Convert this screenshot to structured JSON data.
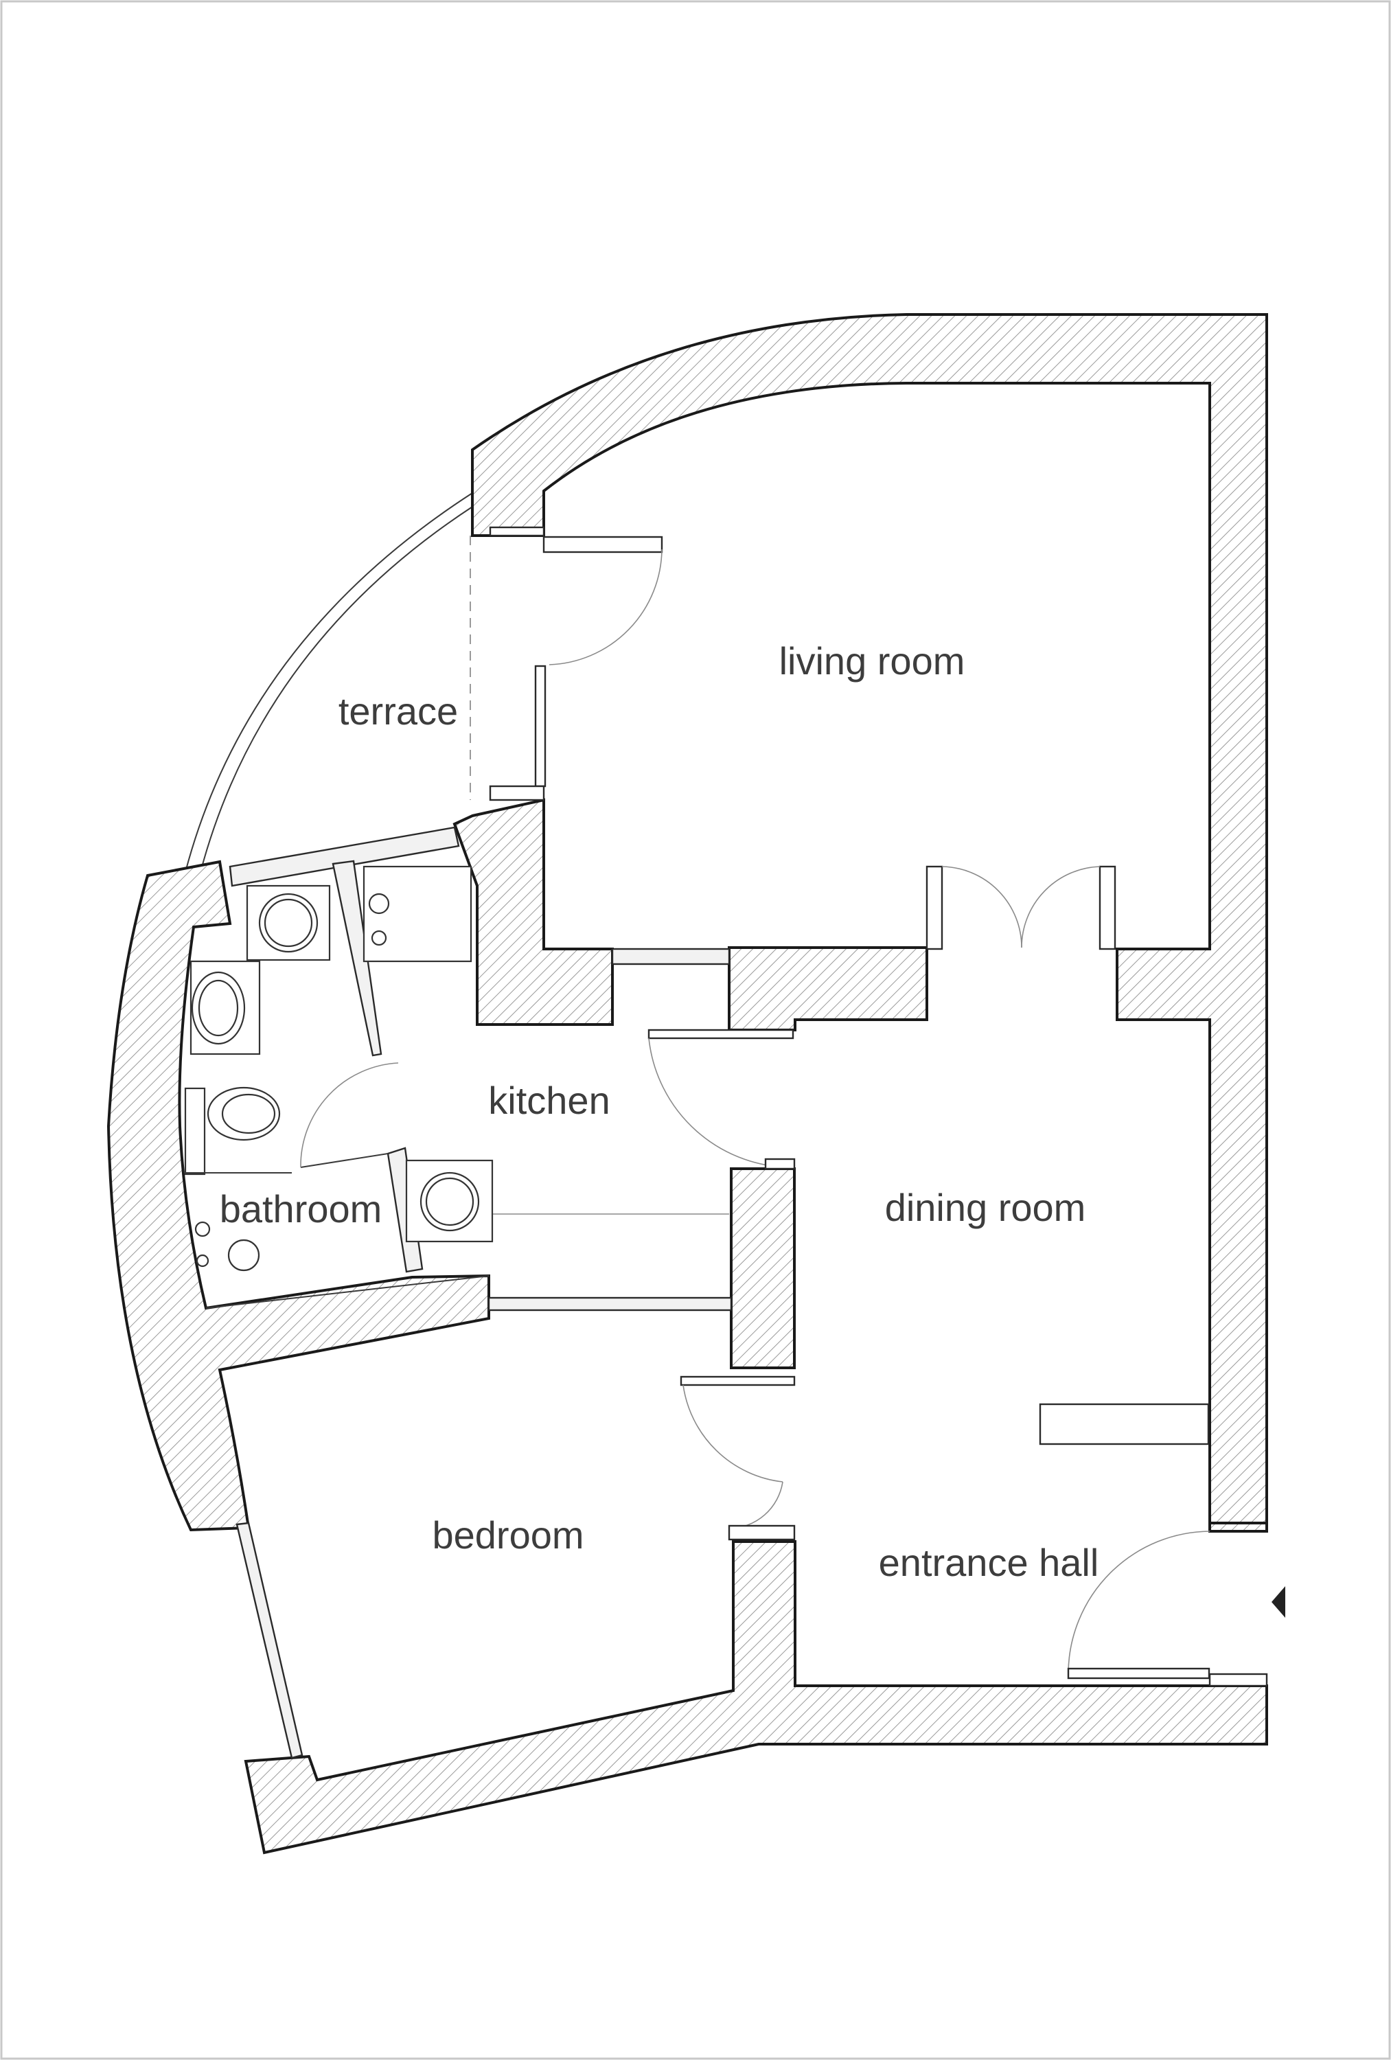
{
  "rooms": {
    "living_room": "living room",
    "terrace": "terrace",
    "kitchen": "kitchen",
    "bathroom": "bathroom",
    "dining_room": "dining room",
    "bedroom": "bedroom",
    "entrance_hall": "entrance hall"
  },
  "icons": {
    "entry": "entry-triangle-icon"
  },
  "colors": {
    "wall_outline": "#1a1a1a",
    "hatch": "#9a9a9a",
    "label": "#3d3d3d",
    "background": "#ffffff"
  }
}
